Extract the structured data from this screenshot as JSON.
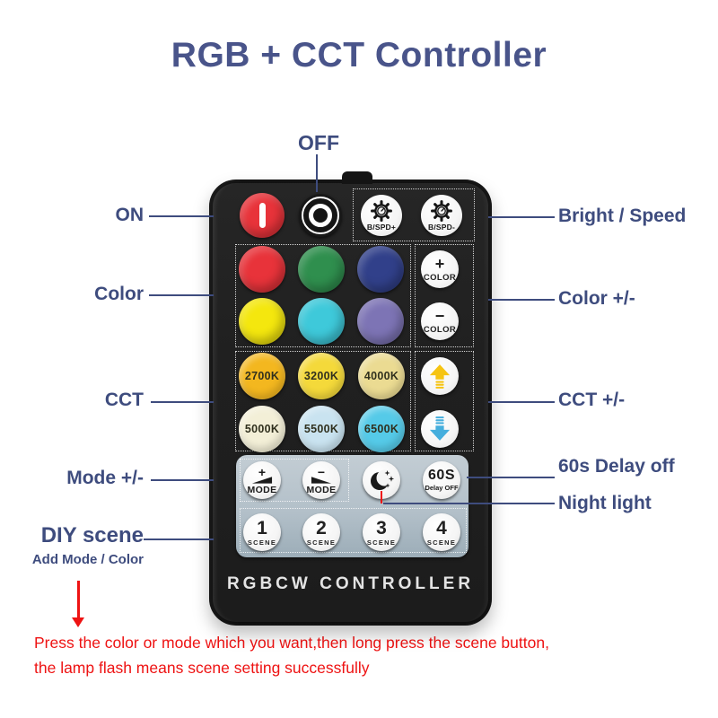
{
  "colors": {
    "title": "#49548a",
    "label": "#3e4c7e",
    "line": "#3e4c7e",
    "red": "#ee1313",
    "body": "#1c1c1c",
    "panel": "#b3c0c9",
    "btn": "#f5f5f5",
    "arrow_up": "#f6c412",
    "arrow_down": "#45aedd"
  },
  "title": "RGB + CCT Controller",
  "annotations": {
    "off": "OFF",
    "on": "ON",
    "color": "Color",
    "cct": "CCT",
    "mode": "Mode +/-",
    "diy": "DIY scene",
    "diy_sub": "Add Mode / Color",
    "bright": "Bright / Speed",
    "color_pm": "Color +/-",
    "cct_pm": "CCT +/-",
    "delay": "60s Delay off",
    "night": "Night light"
  },
  "remote": {
    "brand": "RGBCW CONTROLLER",
    "bspd_plus": "B/SPD+",
    "bspd_minus": "B/SPD-",
    "color_plus": {
      "sign": "+",
      "label": "COLOR"
    },
    "color_minus": {
      "sign": "−",
      "label": "COLOR"
    },
    "color_swatches": [
      {
        "name": "red",
        "hex": "#e8333a"
      },
      {
        "name": "green",
        "hex": "#2f8f4e"
      },
      {
        "name": "blue",
        "hex": "#31408a"
      },
      {
        "name": "yellow",
        "hex": "#f4e70e"
      },
      {
        "name": "cyan",
        "hex": "#3ec9da"
      },
      {
        "name": "purple",
        "hex": "#7d74b5"
      }
    ],
    "cct_buttons": [
      {
        "label": "2700K",
        "hex": "#f3b71f"
      },
      {
        "label": "3200K",
        "hex": "#f4d93a"
      },
      {
        "label": "4000K",
        "hex": "#ebdb92"
      },
      {
        "label": "5000K",
        "hex": "#f3efd7"
      },
      {
        "label": "5500K",
        "hex": "#c9e3f0"
      },
      {
        "label": "6500K",
        "hex": "#55cae8"
      }
    ],
    "mode_plus": {
      "sign": "+",
      "label": "MODE"
    },
    "mode_minus": {
      "sign": "−",
      "label": "MODE"
    },
    "delay_button": {
      "top": "60S",
      "bottom": "Delay OFF"
    },
    "scene_buttons": [
      {
        "num": "1",
        "label": "SCENE"
      },
      {
        "num": "2",
        "label": "SCENE"
      },
      {
        "num": "3",
        "label": "SCENE"
      },
      {
        "num": "4",
        "label": "SCENE"
      }
    ]
  },
  "note": {
    "line1": "Press the color or mode which you want,then long press the scene button,",
    "line2": "the lamp flash means scene setting successfully"
  }
}
